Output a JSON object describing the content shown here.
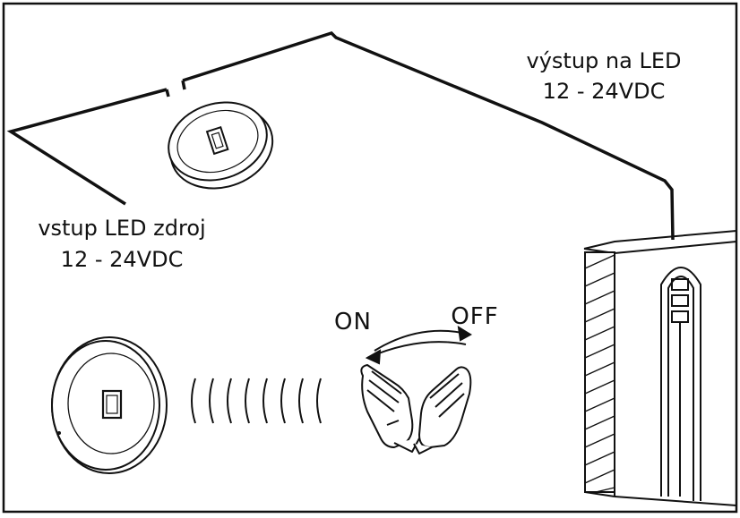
{
  "labels": {
    "output_line1": "výstup na LED",
    "output_line2": "12 - 24VDC",
    "input_line1": "vstup LED zdroj",
    "input_line2": "12 - 24VDC",
    "on": "ON",
    "off": "OFF"
  },
  "colors": {
    "line": "#111111",
    "background": "#ffffff"
  },
  "icons": [
    "sensor-disc-icon",
    "sensor-disc-icon",
    "wave-icon",
    "hand-icon",
    "hand-icon",
    "cabinet-icon"
  ]
}
